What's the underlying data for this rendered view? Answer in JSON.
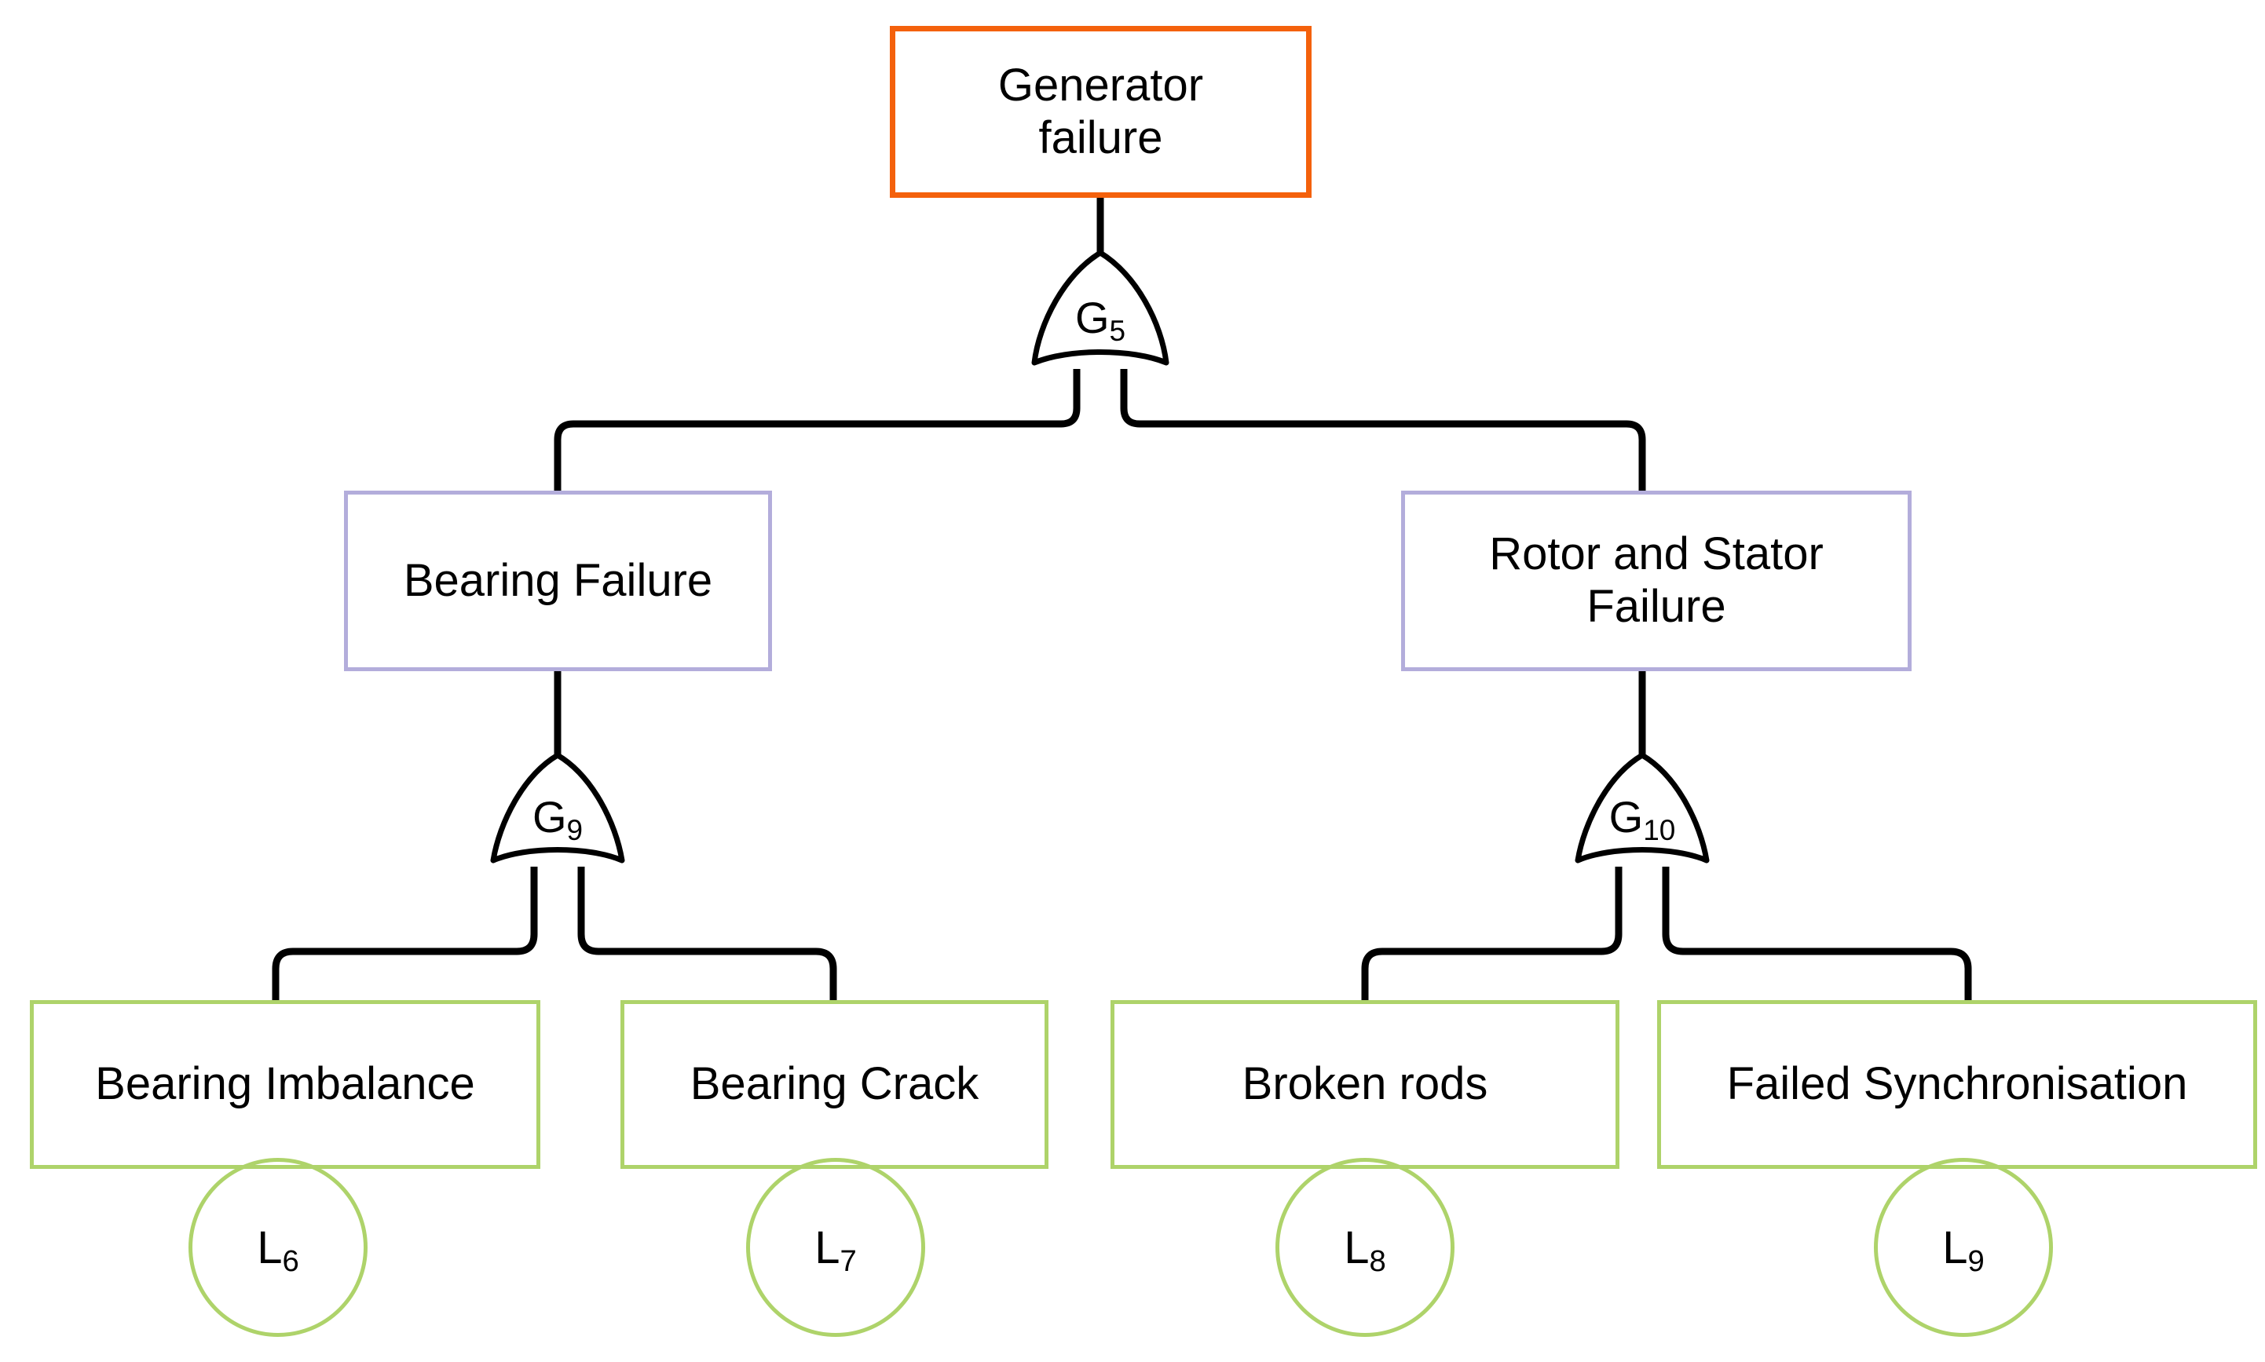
{
  "diagram": {
    "title": "Generator failure fault tree",
    "type": "fault-tree",
    "colors": {
      "top_event_border": "#f4610c",
      "intermediate_border": "#b3addb",
      "basic_event_border": "#aed36a",
      "connector": "#000000",
      "background": "#ffffff",
      "text": "#000000"
    }
  },
  "nodes": {
    "top_event": {
      "id": "generator-failure",
      "label_line1": "Generator",
      "label_line2": "failure"
    },
    "intermediate": [
      {
        "id": "bearing-failure",
        "label_line1": "Bearing Failure",
        "label_line2": ""
      },
      {
        "id": "rotor-and-stator-failure",
        "label_line1": "Rotor and Stator",
        "label_line2": "Failure"
      }
    ],
    "basic_events": [
      {
        "id": "bearing-imbalance",
        "label": "Bearing Imbalance",
        "code_letter": "L",
        "code_index": "6"
      },
      {
        "id": "bearing-crack",
        "label": "Bearing Crack",
        "code_letter": "L",
        "code_index": "7"
      },
      {
        "id": "broken-rods",
        "label": "Broken rods",
        "code_letter": "L",
        "code_index": "8"
      },
      {
        "id": "failed-synchronisation",
        "label": "Failed Synchronisation",
        "code_letter": "L",
        "code_index": "9"
      }
    ]
  },
  "gates": [
    {
      "id": "g5",
      "letter": "G",
      "index": "5",
      "kind": "OR",
      "parent": "generator-failure",
      "children": [
        "bearing-failure",
        "rotor-and-stator-failure"
      ]
    },
    {
      "id": "g9",
      "letter": "G",
      "index": "9",
      "kind": "OR",
      "parent": "bearing-failure",
      "children": [
        "bearing-imbalance",
        "bearing-crack"
      ]
    },
    {
      "id": "g10",
      "letter": "G",
      "index": "10",
      "kind": "OR",
      "parent": "rotor-and-stator-failure",
      "children": [
        "broken-rods",
        "failed-synchronisation"
      ]
    }
  ]
}
